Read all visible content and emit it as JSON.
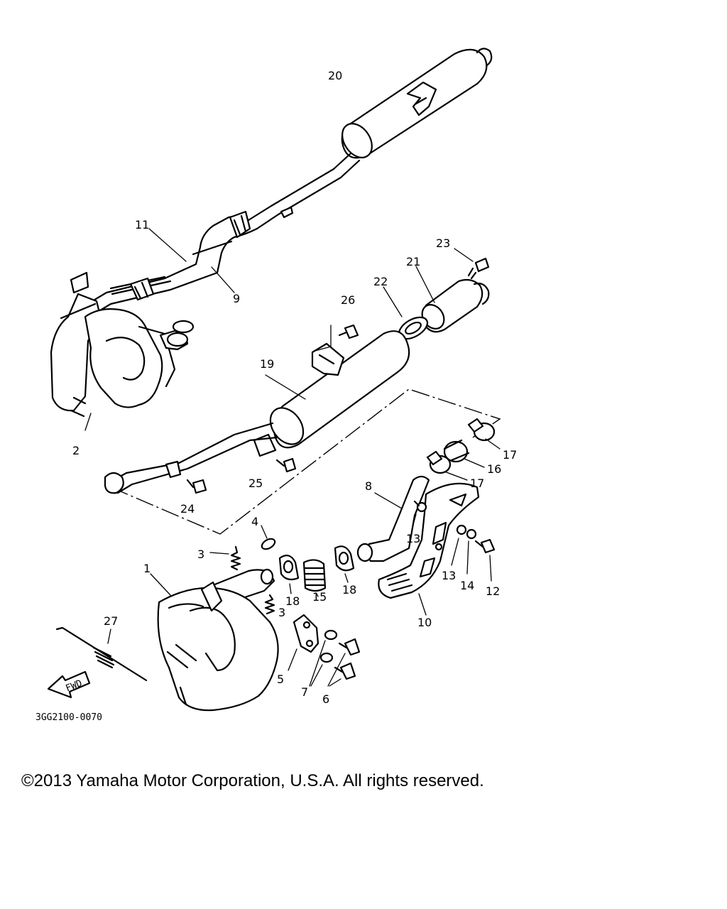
{
  "diagram": {
    "part_code": "3GG2100-0070",
    "fwd_label": "FWD",
    "callouts": [
      {
        "id": "20",
        "label": "20"
      },
      {
        "id": "11",
        "label": "11"
      },
      {
        "id": "9",
        "label": "9"
      },
      {
        "id": "23",
        "label": "23"
      },
      {
        "id": "21",
        "label": "21"
      },
      {
        "id": "22",
        "label": "22"
      },
      {
        "id": "26",
        "label": "26"
      },
      {
        "id": "19",
        "label": "19"
      },
      {
        "id": "2",
        "label": "2"
      },
      {
        "id": "17a",
        "label": "17"
      },
      {
        "id": "16",
        "label": "16"
      },
      {
        "id": "17b",
        "label": "17"
      },
      {
        "id": "25",
        "label": "25"
      },
      {
        "id": "24",
        "label": "24"
      },
      {
        "id": "8",
        "label": "8"
      },
      {
        "id": "4",
        "label": "4"
      },
      {
        "id": "3a",
        "label": "3"
      },
      {
        "id": "1",
        "label": "1"
      },
      {
        "id": "13a",
        "label": "13"
      },
      {
        "id": "18a",
        "label": "18"
      },
      {
        "id": "15",
        "label": "15"
      },
      {
        "id": "18b",
        "label": "18"
      },
      {
        "id": "3b",
        "label": "3"
      },
      {
        "id": "13b",
        "label": "13"
      },
      {
        "id": "14",
        "label": "14"
      },
      {
        "id": "12",
        "label": "12"
      },
      {
        "id": "10",
        "label": "10"
      },
      {
        "id": "27",
        "label": "27"
      },
      {
        "id": "5",
        "label": "5"
      },
      {
        "id": "7",
        "label": "7"
      },
      {
        "id": "6",
        "label": "6"
      }
    ]
  },
  "footer": {
    "copyright": "©2013 Yamaha Motor Corporation, U.S.A. All rights reserved."
  }
}
